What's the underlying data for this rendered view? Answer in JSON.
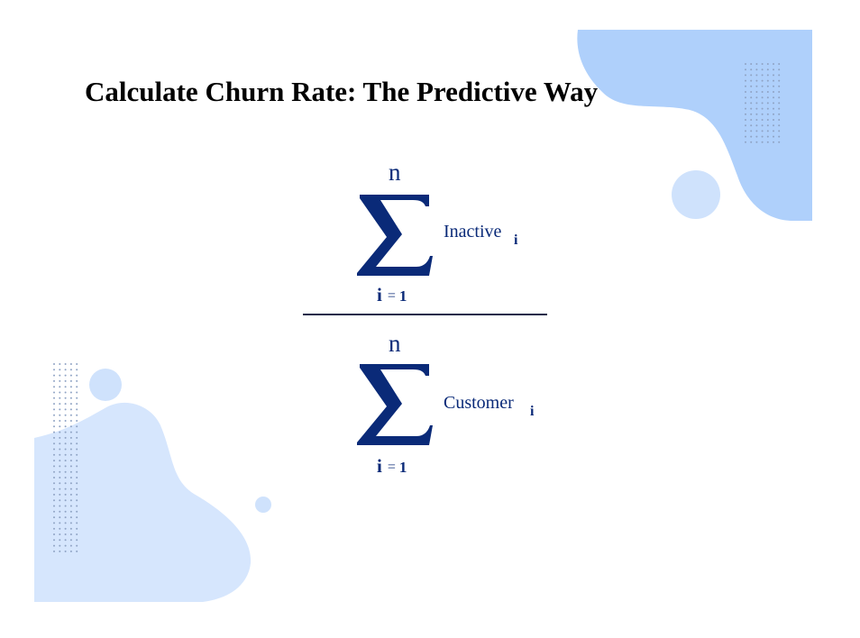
{
  "slide": {
    "title": "Calculate Churn Rate: The Predictive Way"
  },
  "formula": {
    "numerator": {
      "upper_limit": "n",
      "lower_var": "i",
      "lower_eq": "=",
      "lower_value": "1",
      "term": "Inactive",
      "term_subscript": "i"
    },
    "denominator": {
      "upper_limit": "n",
      "lower_var": "i",
      "lower_eq": "=",
      "lower_value": "1",
      "term": "Customer",
      "term_subscript": "i"
    }
  },
  "colors": {
    "formula_navy": "#0a2a78",
    "blob_top_right": "#afd0fb",
    "blob_bottom_left": "#d6e6fd",
    "circle_light": "#cfe2fc"
  }
}
